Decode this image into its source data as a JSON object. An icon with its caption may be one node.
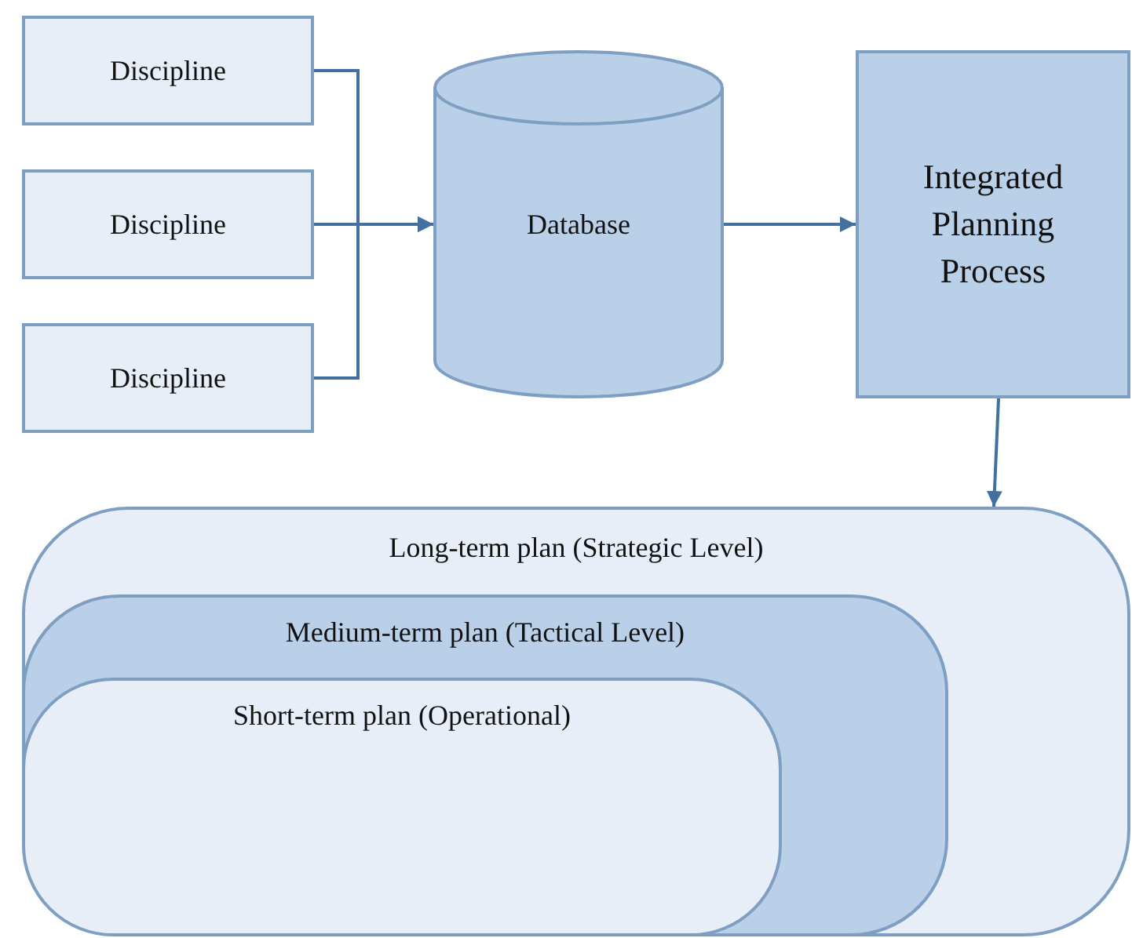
{
  "diagram": {
    "nodes": [
      {
        "text": [
          "Discipline"
        ]
      },
      {
        "text": [
          "Discipline"
        ]
      },
      {
        "text": [
          "Discipline"
        ]
      },
      {
        "text": [
          "Database"
        ]
      },
      {
        "text": [
          "Integrated Planning Process"
        ]
      },
      {
        "text": [
          "Long-term plan (Strategic Level)"
        ]
      },
      {
        "text": [
          "Medium-term plan (Tactical Level)"
        ],
        "in": 5
      },
      {
        "text": [
          "Short-term plan (Operational)"
        ],
        "in": 6
      }
    ],
    "edges": [
      {
        "from": 0,
        "to": 3,
        "arrow": "to"
      },
      {
        "from": 1,
        "to": 3,
        "arrow": "to"
      },
      {
        "from": 2,
        "to": 3,
        "arrow": "to"
      },
      {
        "from": 3,
        "to": 4,
        "arrow": "to"
      },
      {
        "from": 4,
        "to": 5,
        "arrow": "to"
      }
    ]
  }
}
